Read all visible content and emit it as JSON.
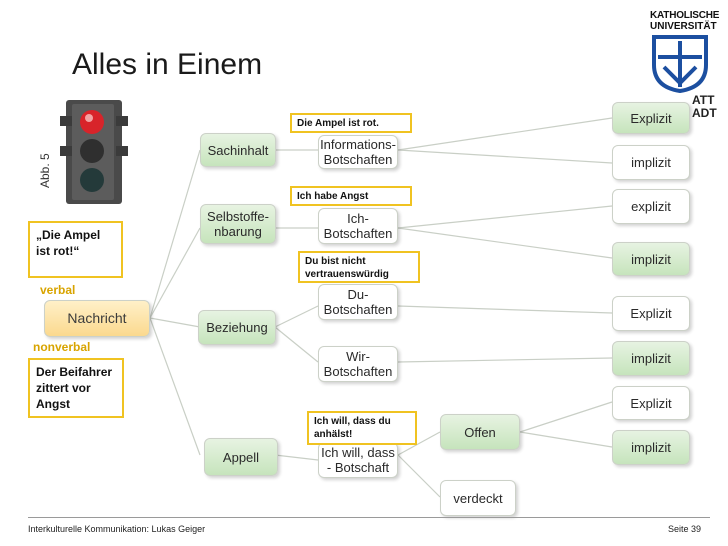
{
  "title": "Alles in Einem",
  "figure_label": "Abb. 5",
  "logo": {
    "line1": "KATHOLISCHE",
    "line2": "UNIVERSITÄT",
    "partial1": "ATT",
    "partial2": "ADT"
  },
  "level1": {
    "message": "Nachricht"
  },
  "level2": {
    "sachinhalt": "Sachinhalt",
    "selbstoffenbarung": "Selbstoffe-\nnbarung",
    "beziehung": "Beziehung",
    "appell": "Appell"
  },
  "level3": {
    "informationen": "Informations-\nBotschaften",
    "ich": "Ich-\nBotschaften",
    "du": "Du-\nBotschaften",
    "wir": "Wir-\nBotschaften",
    "ichwill": "Ich will, dass\n- Botschaft"
  },
  "level4": {
    "offen": "Offen",
    "verdeckt": "verdeckt"
  },
  "right_column": [
    "Explizit",
    "implizit",
    "explizit",
    "implizit",
    "Explizit",
    "implizit",
    "Explizit",
    "implizit"
  ],
  "annotations": {
    "ampel": "Die Ampel ist rot.",
    "angst": "Ich habe Angst",
    "du": "Du bist nicht vertrauenswürdig",
    "ichwill": "Ich will, dass du anhälst!"
  },
  "left": {
    "quote": "„Die Ampel ist rot!“",
    "verbal": "verbal",
    "nonverbal": "nonverbal",
    "beifahrer": "Der Beifahrer zittert vor Angst"
  },
  "footer": {
    "left": "Interkulturelle Kommunikation: Lukas Geiger",
    "right": "Seite 39"
  }
}
